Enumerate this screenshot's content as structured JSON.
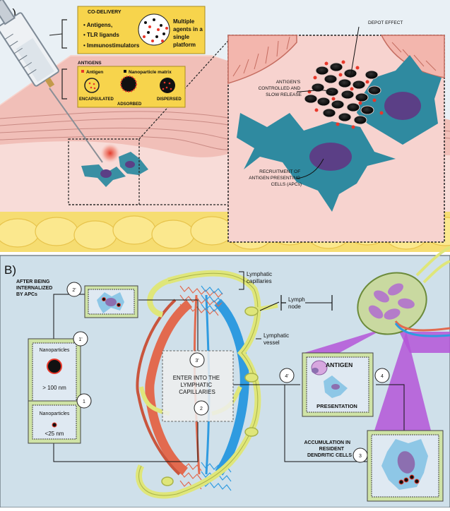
{
  "panel_a": {
    "label": "A)",
    "codelivery": {
      "title": "CO-DELIVERY",
      "items": [
        "Antigens,",
        "TLR ligands",
        "Immunostimulators"
      ],
      "platform_lines": [
        "Multiple",
        "agents in a",
        "single",
        "platform"
      ]
    },
    "antigens": {
      "title": "ANTIGENS",
      "legend_antigen": "Antigen",
      "legend_matrix": "Nanoparticle matrix",
      "encapsulated": "ENCAPSULATED",
      "adsorbed": "ADSORBED",
      "dispersed": "DISPERSED"
    },
    "depot_effect": "DEPOT EFFECT",
    "release_lines": [
      "ANTIGEN'S",
      "CONTROLLED AND",
      "SLOW RELEASE"
    ],
    "recruitment_lines": [
      "RECRUITMENT OF",
      "ANTIGEN PRESENTING",
      "CELLS (APCs)"
    ]
  },
  "panel_b": {
    "label": "B)",
    "after_internalized_lines": [
      "AFTER BEING",
      "INTERNALIZED",
      "BY APCs"
    ],
    "step_2p": "2'",
    "step_1p": "1'",
    "step_1": "1",
    "step_2": "2",
    "step_3p": "3'",
    "step_3": "3",
    "step_4p": "4'",
    "step_4": "4",
    "np_large_title": "Nanoparticles",
    "np_large_size": "> 100 nm",
    "np_small_title": "Nanoparticles",
    "np_small_size": "<25 nm",
    "enter_lines": [
      "ENTER INTO THE",
      "LYMPHATIC",
      "CAPILLARIES"
    ],
    "lymphatic_capillaries_lines": [
      "Lymphatic",
      "capillaries"
    ],
    "lymph_node_lines": [
      "Lymph",
      "node"
    ],
    "lymphatic_vessel_lines": [
      "Lymphatic",
      "vessel"
    ],
    "antigen": "ANTIGEN",
    "presentation": "PRESENTATION",
    "accumulation_lines": [
      "ACCUMULATION IN",
      "RESIDENT",
      "DENDRITIC CELLS"
    ]
  },
  "colors": {
    "panel_b_bg": "#cfe0ea",
    "skin": "#f3c9c3",
    "yellow_box": "#f7d44c",
    "green_frame": "#cfe3a6",
    "vessel_red": "#e26a4f",
    "vessel_blue": "#2f9be0",
    "lymph_yellow": "#dfe67a",
    "apc_teal": "#3a8fa3",
    "nucleus_purple": "#5b3f86",
    "lymph_node_purple": "#b455d8"
  }
}
